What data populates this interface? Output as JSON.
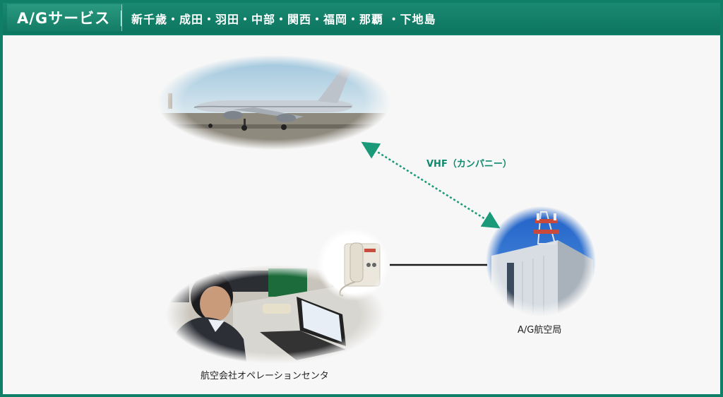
{
  "header": {
    "title": "A/Gサービス",
    "airports": "新千歳・成田・羽田・中部・関西・福岡・那覇 ・下地島"
  },
  "diagram": {
    "vhf_label": "VHF（カンパニー）",
    "ag_station_label": "A/G航空局",
    "operation_center_label": "航空会社オペレーションセンタ"
  },
  "colors": {
    "brand_green": "#0f7f68",
    "link_green": "#1a9a78",
    "background": "#f7f7f7"
  },
  "icons": [
    "airplane-photo",
    "radio-tower-photo",
    "telephone-photo",
    "operator-photo"
  ]
}
